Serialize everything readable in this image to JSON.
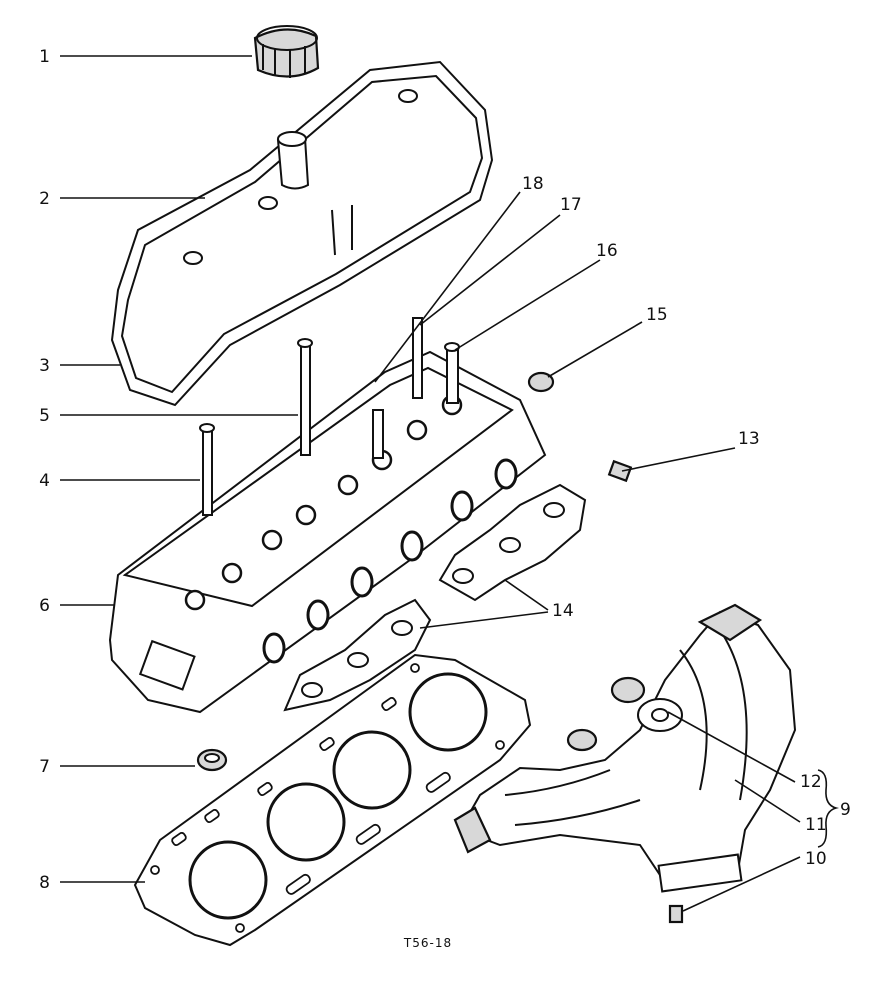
{
  "diagram": {
    "caption": "T56-18",
    "labels": [
      "1",
      "2",
      "3",
      "4",
      "5",
      "6",
      "7",
      "8",
      "9",
      "10",
      "11",
      "12",
      "13",
      "14",
      "15",
      "16",
      "17",
      "18"
    ]
  }
}
